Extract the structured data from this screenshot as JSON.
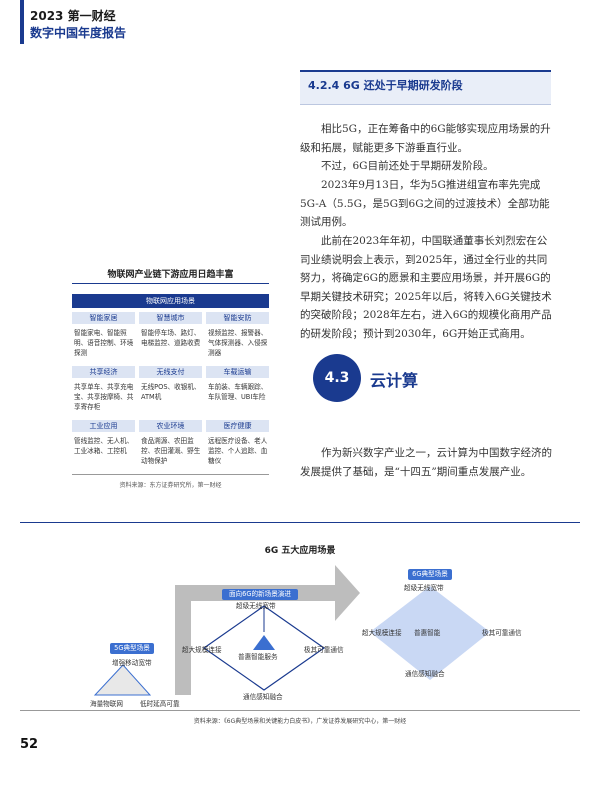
{
  "header": {
    "line1": "2023 第一财经",
    "line2": "数字中国年度报告"
  },
  "section": {
    "title": "4.2.4 6G 还处于早期研发阶段"
  },
  "paragraphs": [
    "相比5G，正在筹备中的6G能够实现应用场景的升级和拓展，赋能更多下游垂直行业。",
    "不过，6G目前还处于早期研发阶段。",
    "2023年9月13日，华为5G推进组宣布率先完成5G-A（5.5G，是5G到6G之间的过渡技术）全部功能测试用例。",
    "此前在2023年年初，中国联通董事长刘烈宏在公司业绩说明会上表示，到2025年，通过全行业的共同努力，将确定6G的愿景和主要应用场景，并开展6G的早期关键技术研究；2025年以后，将转入6G关键技术的突破阶段；2028年左右，进入6G的规模化商用产品的研发阶段；预计到2030年，6G开始正式商用。"
  ],
  "iot": {
    "title": "物联网产业链下游应用日趋丰富",
    "header": "物联网应用场景",
    "rows": [
      {
        "cats": [
          "智能家居",
          "智慧城市",
          "智能安防"
        ],
        "cells": [
          "智能家电、智能照明、语音控制、环境探测",
          "智能停车场、路灯、电梯监控、道路收费",
          "视频监控、报警器、气体探测器、入侵探测器"
        ]
      },
      {
        "cats": [
          "共享经济",
          "无线支付",
          "车载运输"
        ],
        "cells": [
          "共享单车、共享充电宝、共享按摩椅、共享寄存柜",
          "无线POS、收银机、ATM机",
          "车前装、车辆跟踪、车队管理、UBI车险"
        ]
      },
      {
        "cats": [
          "工业应用",
          "农业环境",
          "医疗健康"
        ],
        "cells": [
          "管线监控、无人机、工业冰箱、工控机",
          "食品溯源、农田监控、农田灌溉、野生动物保护",
          "远程医疗设备、老人监控、个人追踪、血糖仪"
        ]
      }
    ],
    "source": "资料来源：东方证券研究所，第一财经"
  },
  "cloud": {
    "number": "4.3",
    "title": "云计算",
    "text": "作为新兴数字产业之一，云计算为中国数字经济的发展提供了基础，是“十四五”期间重点发展产业。"
  },
  "diagram": {
    "title": "6G 五大应用场景",
    "g5_label": "5G典型场景",
    "g5_items": [
      "增强移动宽带",
      "海量物联网",
      "低时延高可靠"
    ],
    "transition_label": "面向6G的新场景演进",
    "transition_items": [
      "超级无线宽带",
      "超大规模连接",
      "普惠智能服务",
      "极其可靠通信",
      "通信感知融合"
    ],
    "g6_label": "6G典型场景",
    "g6_items": [
      "超级无线宽带",
      "超大规模连接",
      "普惠智能",
      "极其可靠通信",
      "通信感知融合"
    ],
    "source": "资料来源：《6G典型场景和关键能力白皮书》，广发证券发展研究中心，第一财经"
  },
  "page_number": "52",
  "colors": {
    "primary": "#1a3a8f",
    "accent": "#3b6fd0",
    "diamond": "#c9d8f4",
    "arrow": "#bdbdbd"
  }
}
